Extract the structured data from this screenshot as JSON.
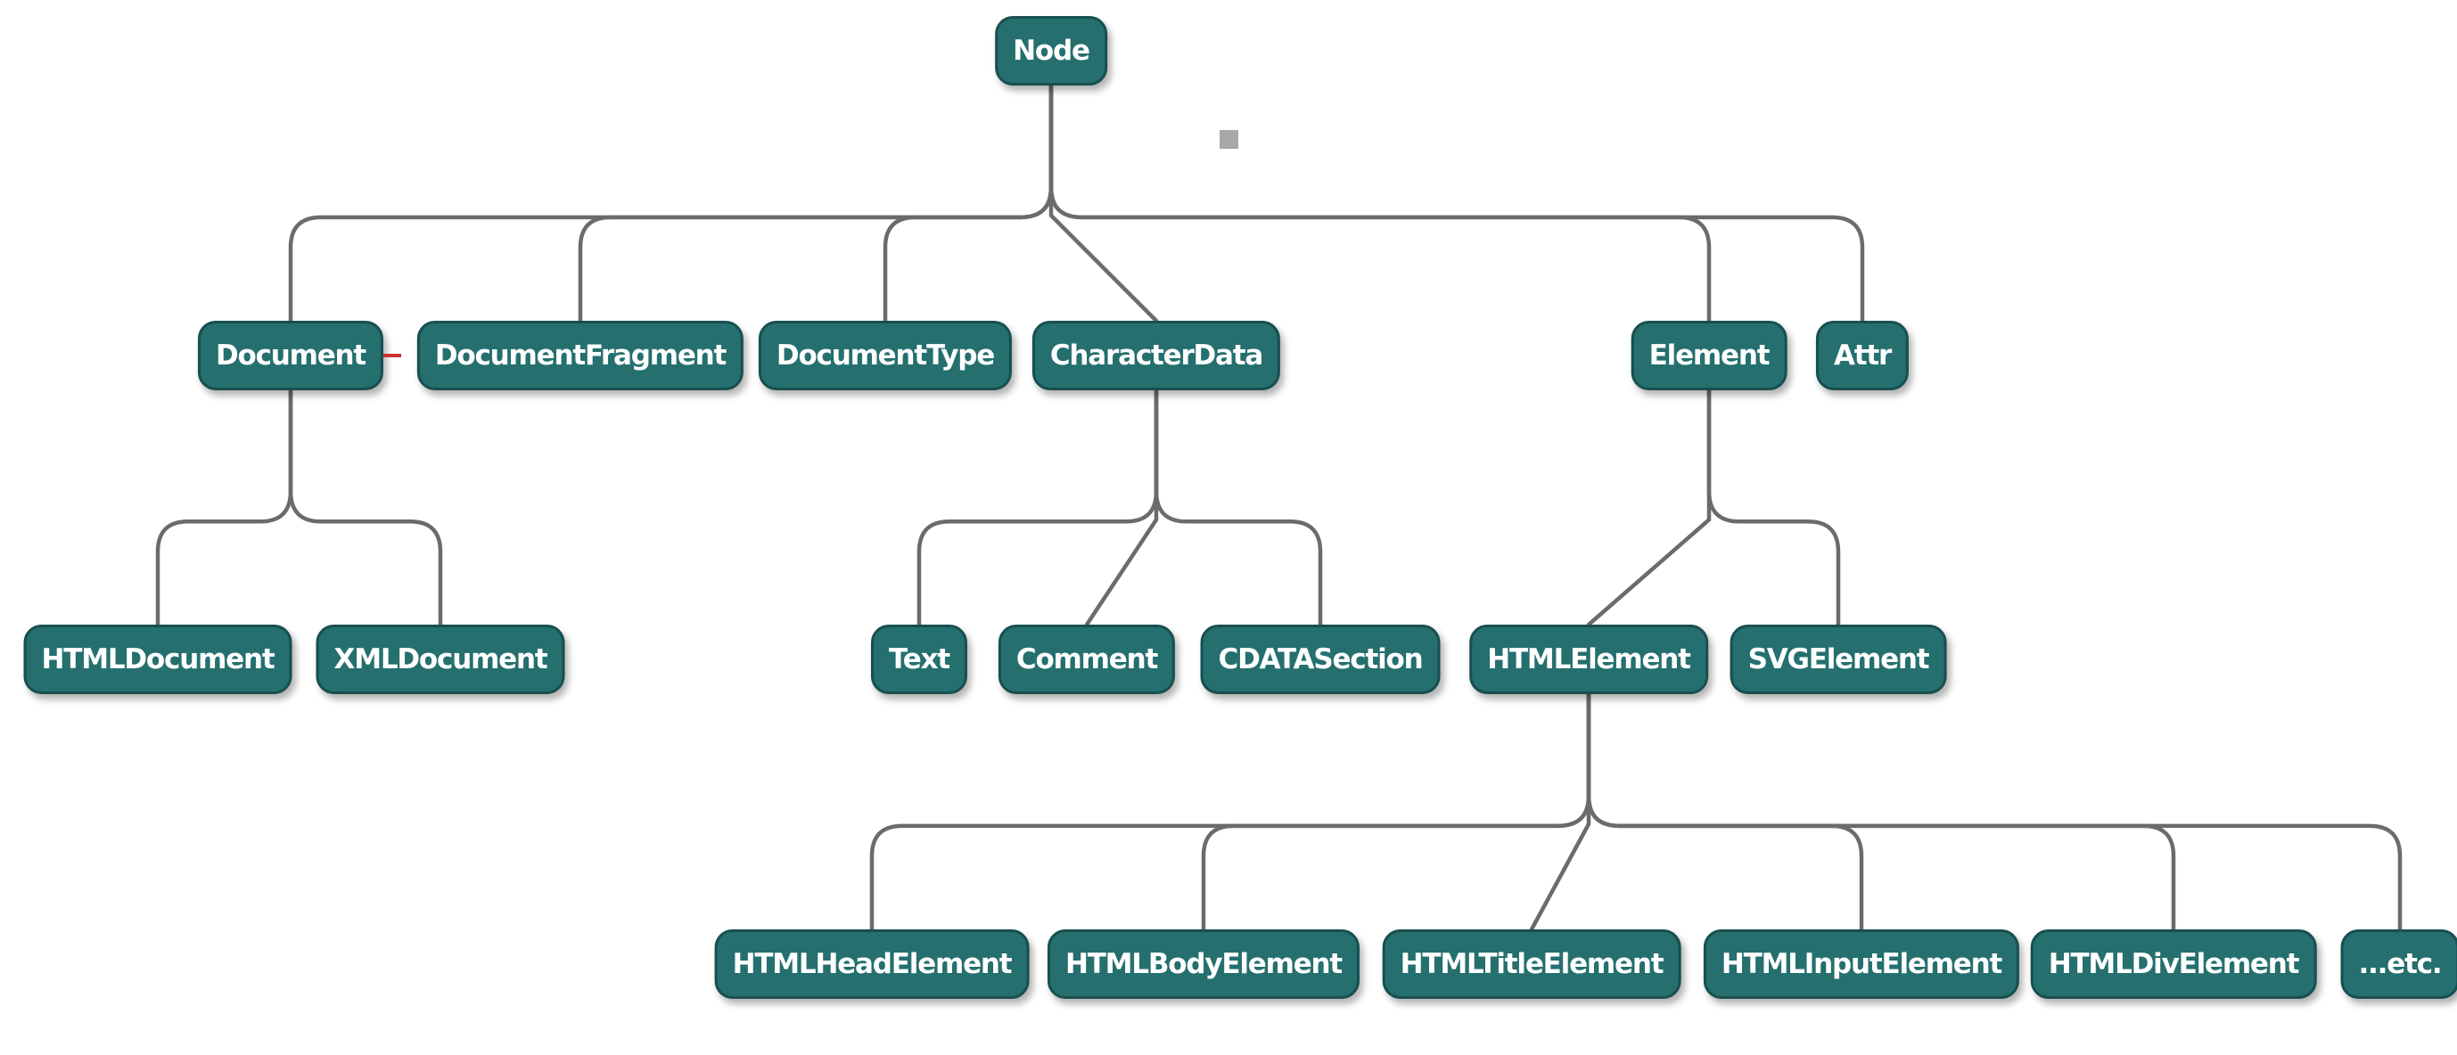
{
  "labels": {
    "node": "Node",
    "document": "Document",
    "document_fragment": "DocumentFragment",
    "document_type": "DocumentType",
    "character_data": "CharacterData",
    "element": "Element",
    "attr": "Attr",
    "html_document": "HTMLDocument",
    "xml_document": "XMLDocument",
    "text": "Text",
    "comment": "Comment",
    "cdata_section": "CDATASection",
    "html_element": "HTMLElement",
    "svg_element": "SVGElement",
    "html_head_element": "HTMLHeadElement",
    "html_body_element": "HTMLBodyElement",
    "html_title_element": "HTMLTitleElement",
    "html_input_element": "HTMLInputElement",
    "html_div_element": "HTMLDivElement",
    "etc": "...etc."
  },
  "edges": [
    {
      "parent": "node",
      "children": [
        "document",
        "document_fragment",
        "document_type",
        "character_data",
        "element",
        "attr"
      ]
    },
    {
      "parent": "document",
      "children": [
        "html_document",
        "xml_document"
      ]
    },
    {
      "parent": "character_data",
      "children": [
        "text",
        "comment",
        "cdata_section"
      ]
    },
    {
      "parent": "element",
      "children": [
        "html_element",
        "svg_element"
      ]
    },
    {
      "parent": "html_element",
      "children": [
        "html_head_element",
        "html_body_element",
        "html_title_element",
        "html_input_element",
        "html_div_element",
        "etc"
      ]
    }
  ],
  "colors": {
    "node_fill": "#256f6f",
    "node_border": "#184f4f",
    "node_text": "#ffffff",
    "connector": "#6b6b6b"
  }
}
